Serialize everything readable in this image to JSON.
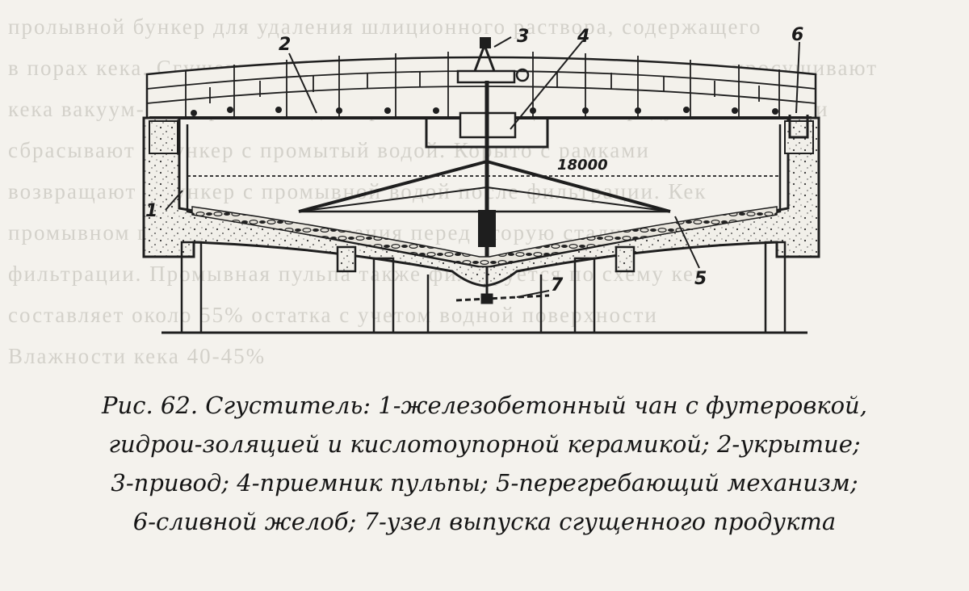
{
  "background_text": [
    "пролывной бункер для удаления шлиционного раствора, содержащего",
    "в порах кека. Сгущение продукта направляется в фильтрацию, кек просушивают",
    "кека вакуум-фильтрами, осадок промывают сгущенным продуктом в газах и",
    "сбрасывают в бункер с промытый водой. Корыто с рамками",
    "возвращают в бункер с промывной водой после фильтрации. Кек",
    "промывном процессе обезвоживания перед вторую стадию",
    "фильтрации. Промывная пульпа также фильтруется по схему кек",
    "составляет около 55% остатка с учетом водной поверхности",
    "Влажности кека 40-45%"
  ],
  "callouts": {
    "c1": "1",
    "c2": "2",
    "c3": "3",
    "c4": "4",
    "c5": "5",
    "c6": "6",
    "c7": "7"
  },
  "dimension": "18000",
  "caption": {
    "line1": "Рис. 62. Сгуститель: 1-железобетонный чан с футеровкой,",
    "line2": "гидрои-золяцией и кислотоупорной керамикой; 2-укрытие;",
    "line3": "3-привод; 4-приемник пульпы; 5-перегребающий механизм;",
    "line4": "6-сливной желоб; 7-узел выпуска сгущенного продукта"
  },
  "colors": {
    "ink": "#1e1e1e",
    "paper": "#f4f2ed",
    "faded_text": "#c9c6bf"
  }
}
